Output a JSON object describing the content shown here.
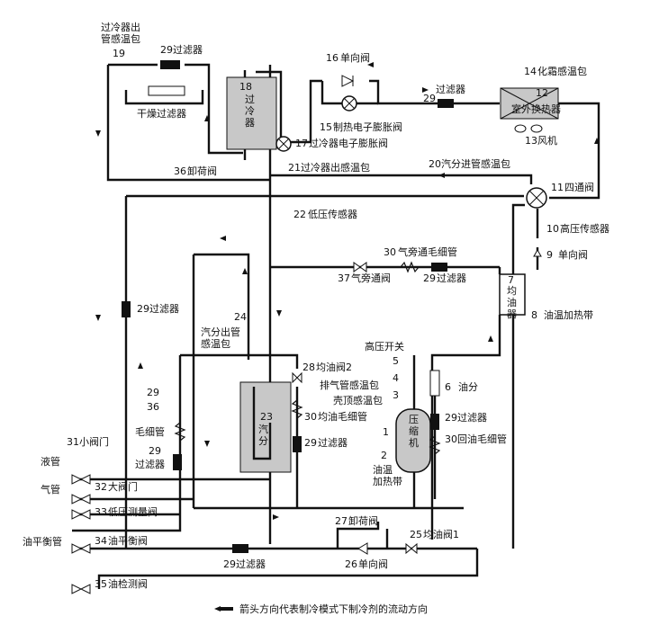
{
  "labels": {
    "subcooler_outlet_bulb_title": "过冷器出\n管感温包",
    "n19": "19",
    "n29a": "29",
    "filter_top": "过滤器",
    "dry_filter": "干燥过滤器",
    "n18": "18",
    "subcooler": "过\n冷\n器",
    "n16": "16",
    "check_valve_top": "单向阀",
    "n15": "15",
    "heating_exv": "制热电子膨胀阀",
    "n29b": "29",
    "filter_mid_top": "过滤器",
    "n14": "14",
    "defrost_bulb": "化霜感温包",
    "n12": "12",
    "outdoor_hx": "室外换热器",
    "n13": "13",
    "fan": "风机",
    "n17": "17",
    "subcooler_exv": "过冷器电子膨胀阀",
    "n36": "36",
    "unload_valve": "卸荷阀",
    "n21": "21",
    "subcooler_out_bulb": "过冷器出感温包",
    "n20": "20",
    "gs_inlet_bulb": "汽分进管感温包",
    "n11": "11",
    "four_way": "四通阀",
    "n22": "22",
    "low_pressure_sensor": "低压传感器",
    "n10": "10",
    "high_pressure_sensor": "高压传感器",
    "n9": "9",
    "check_valve_right": "单向阀",
    "n30a": "30",
    "gas_bypass_capillary": "气旁通毛细管",
    "n37": "37",
    "gas_bypass_valve": "气旁通阀",
    "n29c": "29",
    "filter_bypass": "过滤器",
    "n7": "7",
    "oil_sep_vert": "均\n油\n器",
    "n8": "8",
    "oil_heater_band": "油温加热带",
    "n29d": "29",
    "filter_left": "过滤器",
    "n24": "24",
    "gs_outlet_bulb": "汽分出管\n感温包",
    "high_pressure_switch": "高压开关",
    "n5": "5",
    "n28": "28",
    "oil_equal_valve2": "均油阀2",
    "n4": "4",
    "discharge_bulb": "排气管感温包",
    "n3": "3",
    "shell_top_bulb": "壳顶感温包",
    "n6": "6",
    "oil_sep": "油分",
    "n23": "23",
    "gas_separator": "汽\n分",
    "n30b": "30",
    "oil_equal_capillary": "均油毛细管",
    "n29e": "29",
    "filter_comp": "过滤器",
    "compressor": "压\n缩\n机",
    "n29f": "29",
    "filter_oil_return": "过滤器",
    "n30c": "30",
    "oil_return_capillary": "回油毛细管",
    "n1": "1",
    "n2": "2",
    "oil_temp_heater": "油温\n加热带",
    "n29g": "29",
    "filter_center": "过滤器",
    "n36b": "36",
    "capillary": "毛细管",
    "n29h": "29",
    "filter_small": "过滤器",
    "n31": "31",
    "small_valve": "小阀门",
    "liquid_pipe": "液管",
    "n32": "32",
    "big_valve": "大阀门",
    "gas_pipe": "气管",
    "n33": "33",
    "low_pressure_valve": "低压测量阀",
    "oil_balance_pipe": "油平衡管",
    "n34": "34",
    "oil_balance_valve": "油平衡阀",
    "n27": "27",
    "unload_valve_bottom": "卸荷阀",
    "n25": "25",
    "oil_equal_valve1": "均油阀1",
    "n26": "26",
    "check_valve_bottom": "单向阀",
    "n29i": "29",
    "filter_bottom": "过滤器",
    "n35": "35",
    "oil_check_valve": "油检测阀",
    "legend": "箭头方向代表制冷模式下制冷剂的流动方向"
  },
  "colors": {
    "line": "#111111",
    "component_fill": "#c8c8c8",
    "background": "#ffffff"
  }
}
